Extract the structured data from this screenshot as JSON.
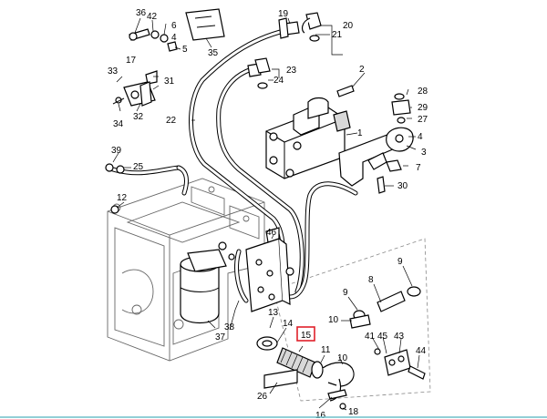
{
  "diagram": {
    "highlight_color": "#e0202a",
    "callouts": [
      {
        "id": "c1",
        "label": "1"
      },
      {
        "id": "c2",
        "label": "2"
      },
      {
        "id": "c3",
        "label": "3"
      },
      {
        "id": "c4",
        "label": "4"
      },
      {
        "id": "c5",
        "label": "5"
      },
      {
        "id": "c6",
        "label": "6"
      },
      {
        "id": "c7",
        "label": "7"
      },
      {
        "id": "c8",
        "label": "8"
      },
      {
        "id": "c9a",
        "label": "9"
      },
      {
        "id": "c9b",
        "label": "9"
      },
      {
        "id": "c10a",
        "label": "10"
      },
      {
        "id": "c10b",
        "label": "10"
      },
      {
        "id": "c11",
        "label": "11"
      },
      {
        "id": "c12",
        "label": "12"
      },
      {
        "id": "c13",
        "label": "13"
      },
      {
        "id": "c14",
        "label": "14"
      },
      {
        "id": "c15",
        "label": "15"
      },
      {
        "id": "c16",
        "label": "16"
      },
      {
        "id": "c17",
        "label": "17"
      },
      {
        "id": "c18",
        "label": "18"
      },
      {
        "id": "c19",
        "label": "19"
      },
      {
        "id": "c20",
        "label": "20"
      },
      {
        "id": "c21",
        "label": "21"
      },
      {
        "id": "c22",
        "label": "22"
      },
      {
        "id": "c23",
        "label": "23"
      },
      {
        "id": "c24",
        "label": "24"
      },
      {
        "id": "c25",
        "label": "25"
      },
      {
        "id": "c26",
        "label": "26"
      },
      {
        "id": "c27",
        "label": "27"
      },
      {
        "id": "c28",
        "label": "28"
      },
      {
        "id": "c29",
        "label": "29"
      },
      {
        "id": "c30",
        "label": "30"
      },
      {
        "id": "c31",
        "label": "31"
      },
      {
        "id": "c32",
        "label": "32"
      },
      {
        "id": "c33",
        "label": "33"
      },
      {
        "id": "c34",
        "label": "34"
      },
      {
        "id": "c35",
        "label": "35"
      },
      {
        "id": "c36",
        "label": "36"
      },
      {
        "id": "c37",
        "label": "37"
      },
      {
        "id": "c38",
        "label": "38"
      },
      {
        "id": "c39",
        "label": "39"
      },
      {
        "id": "c41",
        "label": "41"
      },
      {
        "id": "c42",
        "label": "42"
      },
      {
        "id": "c43",
        "label": "43"
      },
      {
        "id": "c44",
        "label": "44"
      },
      {
        "id": "c45",
        "label": "45"
      },
      {
        "id": "c46",
        "label": "46"
      }
    ],
    "highlighted_callout": "15"
  }
}
